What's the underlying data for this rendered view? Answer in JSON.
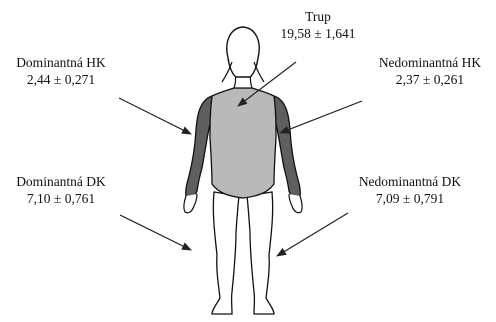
{
  "colors": {
    "trunk": "#b9b9b9",
    "arms": "#5f5f5f",
    "outline": "#111111",
    "arrow": "#222222"
  },
  "segments": {
    "trunk": {
      "name": "Trup",
      "value": "19,58 ± 1,641"
    },
    "dominant_arm": {
      "name": "Dominantná HK",
      "value": "2,44 ± 0,271"
    },
    "nondominant_arm": {
      "name": "Nedominantná HK",
      "value": "2,37 ± 0,261"
    },
    "dominant_leg": {
      "name": "Dominantná DK",
      "value": "7,10 ± 0,761"
    },
    "nondominant_leg": {
      "name": "Nedominantná DK",
      "value": "7,09 ± 0,791"
    }
  }
}
